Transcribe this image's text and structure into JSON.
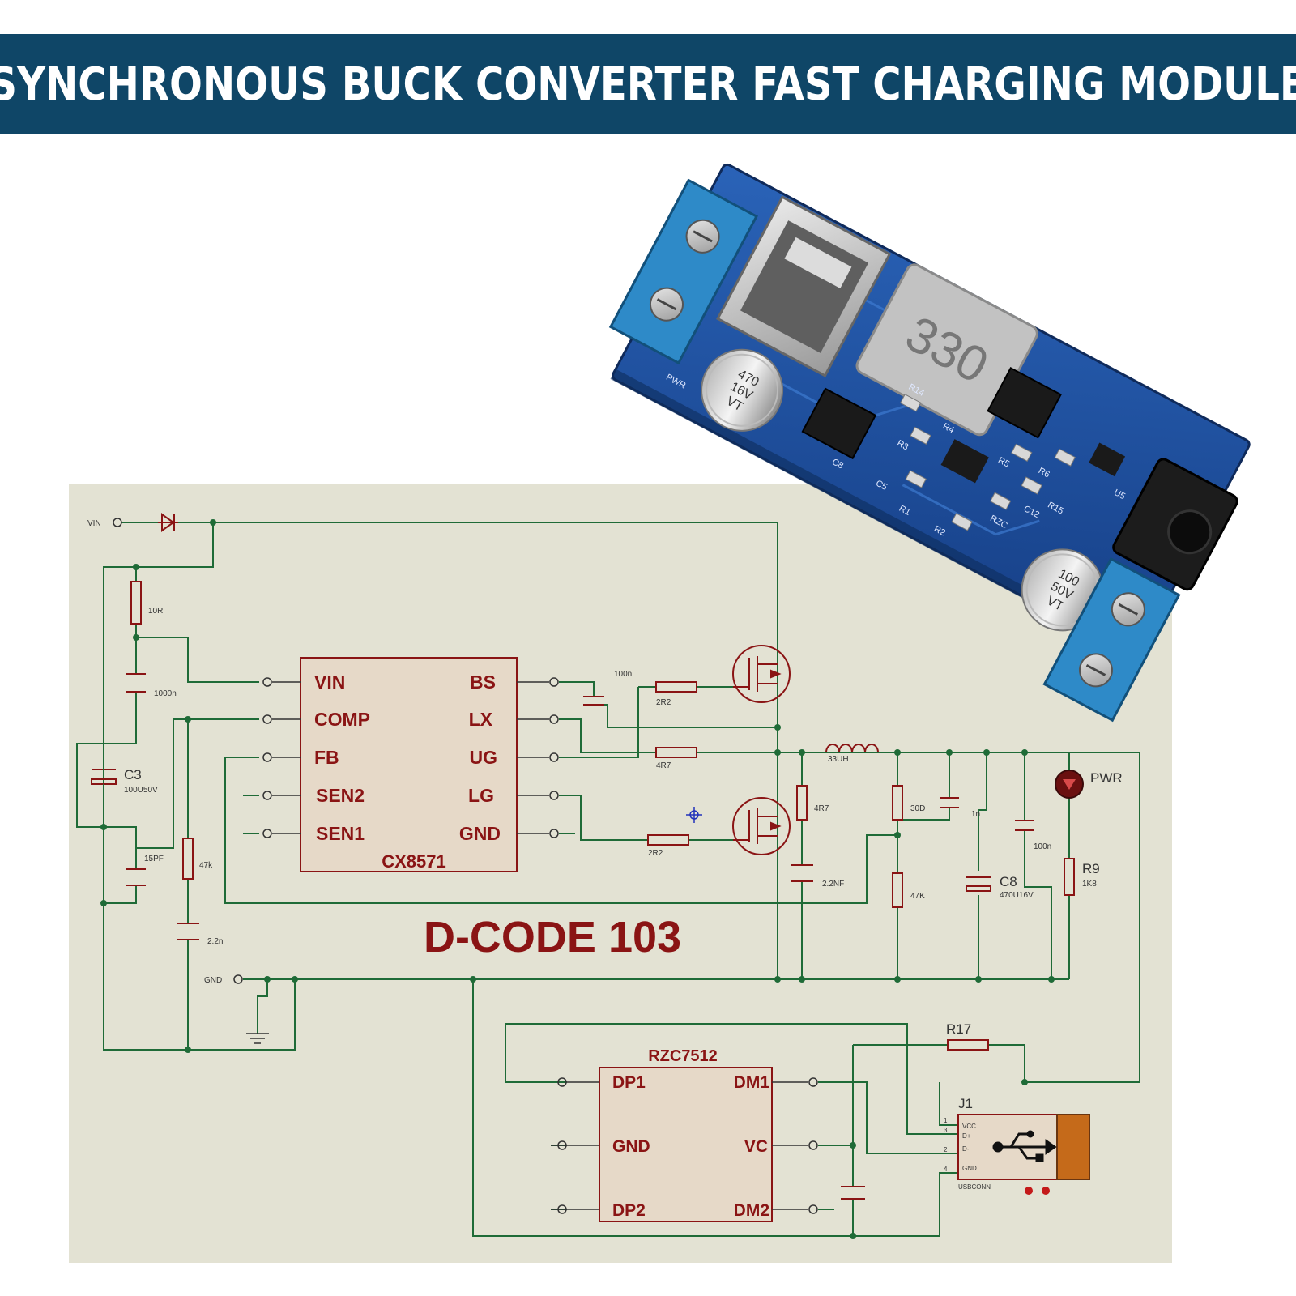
{
  "banner": {
    "title": "SYNCHRONOUS BUCK CONVERTER FAST CHARGING MODULE"
  },
  "colors": {
    "banner_bg": "#0f4667",
    "schematic_bg": "#e3e2d3",
    "wire": "#1f6b37",
    "ic_fill": "#e6d9c8",
    "ic_text": "#8a1414",
    "pcb": "#1d4fa0"
  },
  "pcb": {
    "inductor_marking": "330",
    "cap1_marking": [
      "470",
      "16V",
      "VT"
    ],
    "cap2_marking": [
      "100",
      "50V",
      "VT"
    ],
    "silk": [
      "PWR",
      "C8",
      "C5",
      "R1",
      "R2",
      "R3",
      "R4",
      "R5",
      "R6",
      "R14",
      "R15",
      "C12",
      "RZC",
      "U5"
    ]
  },
  "schematic": {
    "title": "D-CODE 103",
    "ic1": {
      "name": "CX8571",
      "left_pins": [
        "VIN",
        "COMP",
        "FB",
        "SEN2",
        "SEN1"
      ],
      "right_pins": [
        "BS",
        "LX",
        "UG",
        "LG",
        "GND"
      ]
    },
    "ic2": {
      "name": "RZC7512",
      "left_pins": [
        "DP1",
        "GND",
        "DP2"
      ],
      "right_pins": [
        "DM1",
        "VC",
        "DM2"
      ]
    },
    "ports": {
      "vin": "VIN",
      "gnd": "GND"
    },
    "components": {
      "r_10r": "10R",
      "c_1000n": "1000n",
      "c3": "C3",
      "c3_value": "100U50V",
      "c_15pf": "15PF",
      "r_47k": "47k",
      "c_2n2": "2.2n",
      "c_100n_bs": "100n",
      "r_2r2_top": "2R2",
      "r_4r7": "4R7",
      "r_2r2_bot": "2R2",
      "l_33uh": "33UH",
      "r_4r7_snub": "4R7",
      "c_2n2f": "2.2NF",
      "r_30d": "30D",
      "r_47k_fb": "47K",
      "c_1n": "1n",
      "c8": "C8",
      "c8_value": "470U16V",
      "c_100n_out": "100n",
      "led": "PWR",
      "r9": "R9",
      "r9_value": "1K8",
      "r17": "R17",
      "j1": "J1",
      "j1_name": "USBCONN",
      "j1_pins": [
        "VCC",
        "D+",
        "D-",
        "GND"
      ],
      "j1_nums": [
        "1",
        "3",
        "2",
        "4"
      ]
    }
  }
}
